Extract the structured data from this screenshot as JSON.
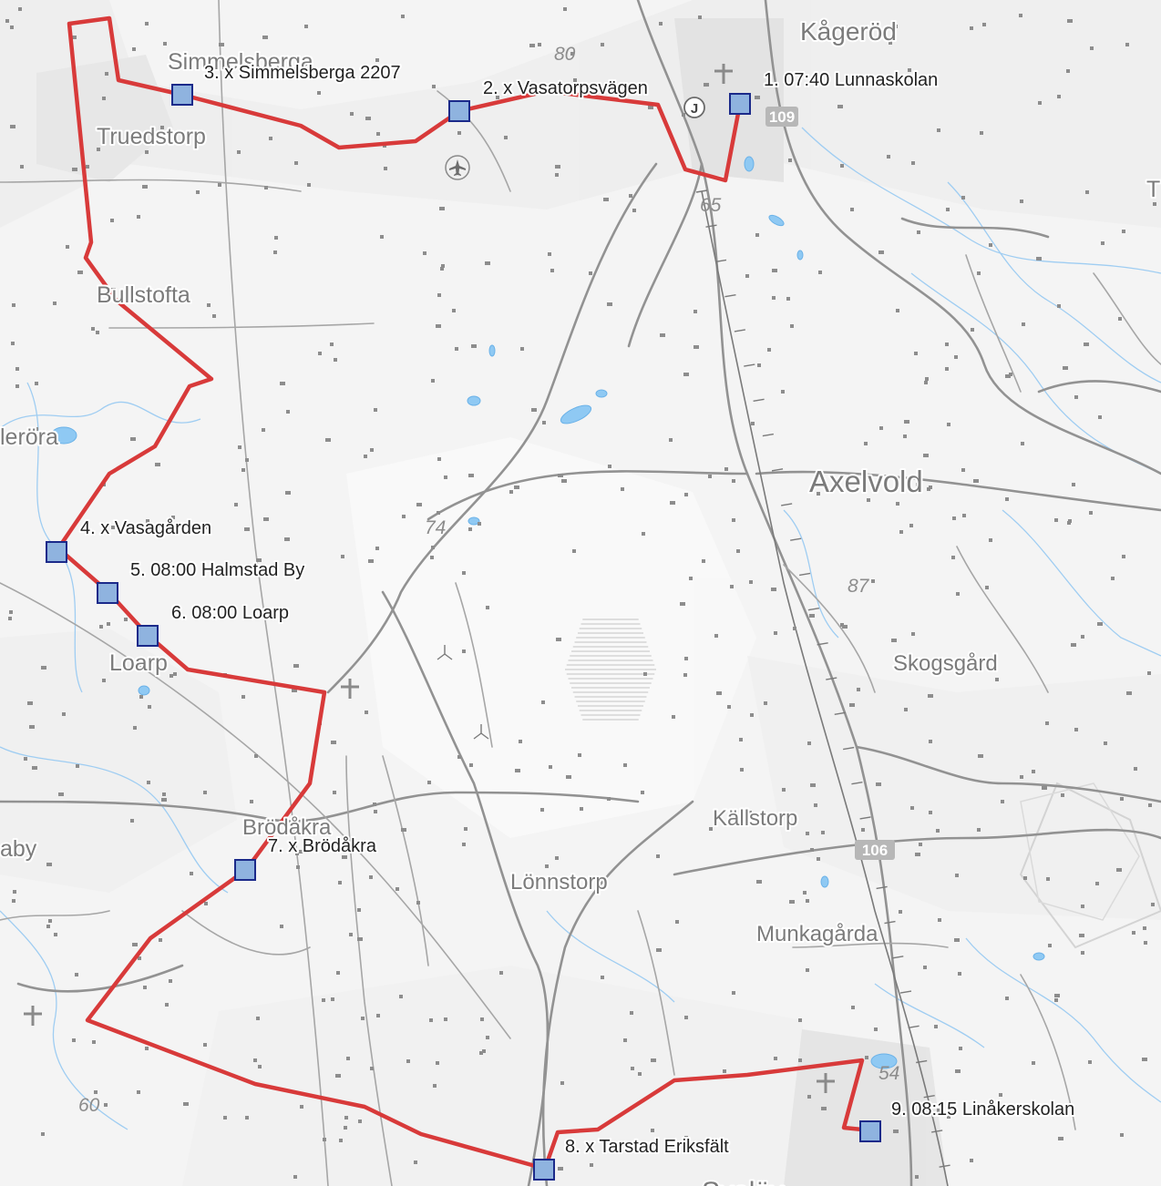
{
  "map": {
    "colors": {
      "route": "#d83a3a",
      "stop_fill": "#8fb3df",
      "stop_border": "#1b2a8a",
      "road": "#8e8e8e",
      "water": "#5aa6e6",
      "place_text": "#7b7b7b"
    },
    "places": [
      {
        "id": "kageröd",
        "label": "Kågeröd"
      },
      {
        "id": "truedstorp",
        "label": "Truedstorp"
      },
      {
        "id": "simmelsberga",
        "label": "Simmelsberga"
      },
      {
        "id": "bullstofta",
        "label": "Bullstofta"
      },
      {
        "id": "derora",
        "label": "lerörа"
      },
      {
        "id": "axelvold",
        "label": "Axelvold"
      },
      {
        "id": "skogsgard",
        "label": "Skogsgård"
      },
      {
        "id": "loarp",
        "label": "Loarp"
      },
      {
        "id": "kallstorp",
        "label": "Källstorp"
      },
      {
        "id": "brodakra",
        "label": "Brödåkra"
      },
      {
        "id": "lonnstorp",
        "label": "Lönnstorp"
      },
      {
        "id": "munkagarda",
        "label": "Munkagårda"
      },
      {
        "id": "aby",
        "label": "aby"
      },
      {
        "id": "t-edge",
        "label": "T"
      },
      {
        "id": "svalov",
        "label": "Svalöv"
      }
    ],
    "elevations": [
      "80",
      "65",
      "74",
      "87",
      "60",
      "54"
    ],
    "road_shields": [
      "109",
      "106"
    ],
    "icons": {
      "airport": "airplane-icon",
      "junction": "j-marker-icon",
      "church": "church-cross-icon",
      "wind": "wind-turbine-icon"
    },
    "junction_letter": "J",
    "stops": [
      {
        "label": "1. 07:40 Lunnaskolan"
      },
      {
        "label": "2. x Vasatorpsvägen"
      },
      {
        "label": "3. x Simmelsberga 2207"
      },
      {
        "label": "4. x Vasagården"
      },
      {
        "label": "5. 08:00 Halmstad By"
      },
      {
        "label": "6. 08:00 Loarp"
      },
      {
        "label": "7. x Brödåkra"
      },
      {
        "label": "8. x Tarstad Eriksfält"
      },
      {
        "label": "9. 08:15 Linåkerskolan"
      }
    ]
  }
}
